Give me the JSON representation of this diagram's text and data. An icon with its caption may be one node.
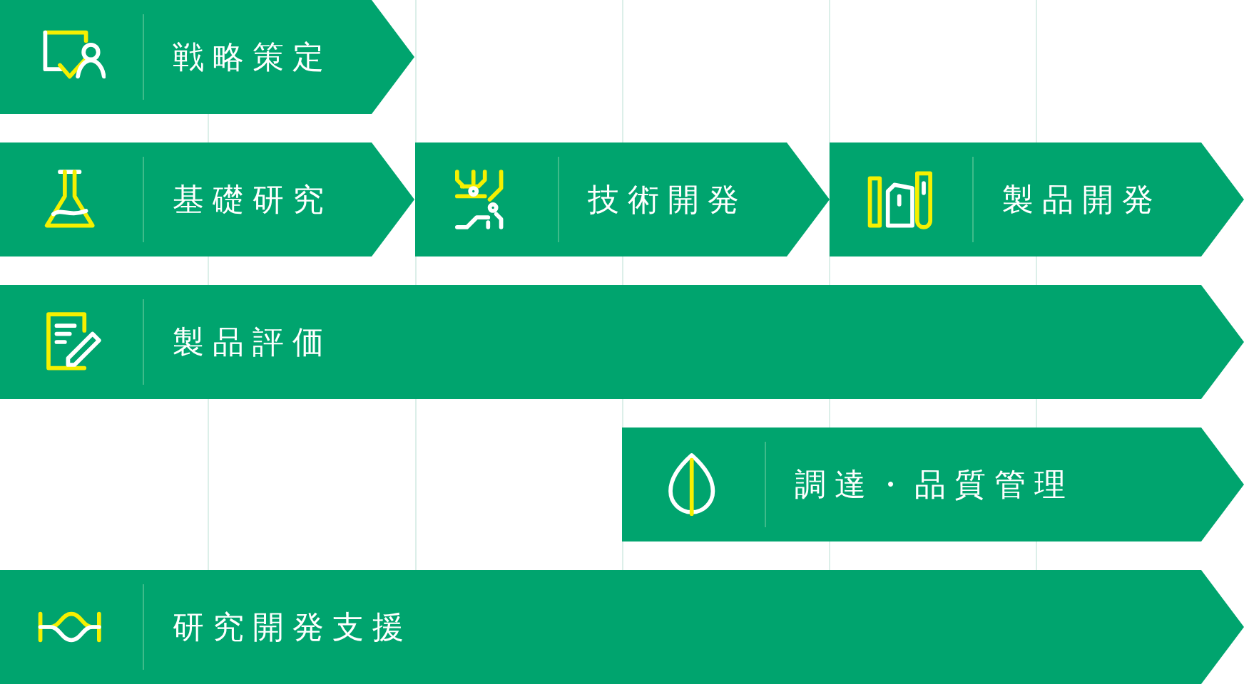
{
  "diagram": {
    "nodes": [
      {
        "text": [
          "戦略策定"
        ]
      },
      {
        "text": [
          "基礎研究"
        ]
      },
      {
        "text": [
          "技術開発"
        ]
      },
      {
        "text": [
          "製品開発"
        ]
      },
      {
        "text": [
          "製品評価"
        ]
      },
      {
        "text": [
          "調達・品質管理"
        ]
      },
      {
        "text": [
          "研究開発支援"
        ]
      }
    ]
  }
}
